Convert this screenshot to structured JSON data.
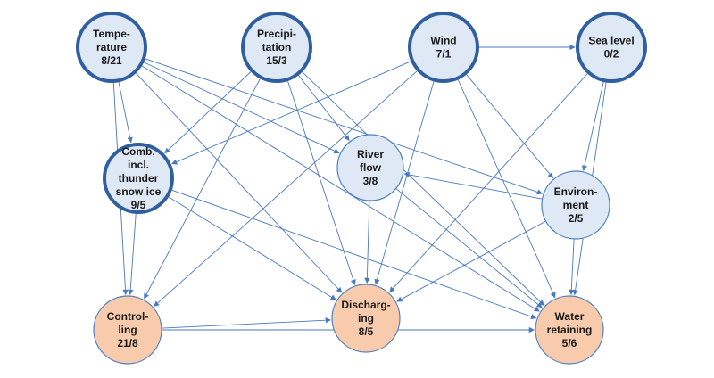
{
  "colors": {
    "edge": "#4a78c0",
    "source_fill": "#dfe8f5",
    "source_stroke": "#2f5f9f",
    "middle_fill": "#dfe8f5",
    "middle_stroke": "#4f7fbf",
    "target_fill": "#f8cbad",
    "target_stroke": "#4f7fbf"
  },
  "nodes": [
    {
      "id": "temperature",
      "kind": "source",
      "lines": [
        "Tempe-",
        "rature",
        "8/21"
      ]
    },
    {
      "id": "precipitation",
      "kind": "source",
      "lines": [
        "Precipi-",
        "tation",
        "15/3"
      ]
    },
    {
      "id": "wind",
      "kind": "source",
      "lines": [
        "Wind",
        "7/1"
      ]
    },
    {
      "id": "sea-level",
      "kind": "source",
      "lines": [
        "Sea level",
        "0/2"
      ]
    },
    {
      "id": "combined",
      "kind": "source",
      "lines": [
        "Comb.",
        "incl.",
        "thunder",
        "snow ice",
        "9/5"
      ]
    },
    {
      "id": "river-flow",
      "kind": "middle",
      "lines": [
        "River",
        "flow",
        "3/8"
      ]
    },
    {
      "id": "environment",
      "kind": "middle",
      "lines": [
        "Environ-",
        "ment",
        "2/5"
      ]
    },
    {
      "id": "controlling",
      "kind": "target",
      "lines": [
        "Control-",
        "ling",
        "21/8"
      ]
    },
    {
      "id": "discharging",
      "kind": "target",
      "lines": [
        "Discharg-",
        "ing",
        "8/5"
      ]
    },
    {
      "id": "water-retaining",
      "kind": "target",
      "lines": [
        "Water",
        "retaining",
        "5/6"
      ]
    }
  ],
  "edges": [
    [
      "temperature",
      "combined"
    ],
    [
      "temperature",
      "controlling"
    ],
    [
      "temperature",
      "discharging"
    ],
    [
      "temperature",
      "water-retaining"
    ],
    [
      "temperature",
      "river-flow"
    ],
    [
      "temperature",
      "environment"
    ],
    [
      "precipitation",
      "combined"
    ],
    [
      "precipitation",
      "controlling"
    ],
    [
      "precipitation",
      "discharging"
    ],
    [
      "precipitation",
      "water-retaining"
    ],
    [
      "precipitation",
      "river-flow"
    ],
    [
      "wind",
      "combined"
    ],
    [
      "wind",
      "controlling"
    ],
    [
      "wind",
      "discharging"
    ],
    [
      "wind",
      "water-retaining"
    ],
    [
      "wind",
      "environment"
    ],
    [
      "wind",
      "sea-level"
    ],
    [
      "sea-level",
      "environment"
    ],
    [
      "sea-level",
      "discharging"
    ],
    [
      "sea-level",
      "water-retaining"
    ],
    [
      "combined",
      "controlling"
    ],
    [
      "combined",
      "discharging"
    ],
    [
      "combined",
      "water-retaining"
    ],
    [
      "river-flow",
      "discharging"
    ],
    [
      "river-flow",
      "water-retaining"
    ],
    [
      "environment",
      "river-flow"
    ],
    [
      "environment",
      "water-retaining"
    ],
    [
      "environment",
      "discharging"
    ],
    [
      "controlling",
      "discharging"
    ],
    [
      "controlling",
      "water-retaining"
    ]
  ]
}
